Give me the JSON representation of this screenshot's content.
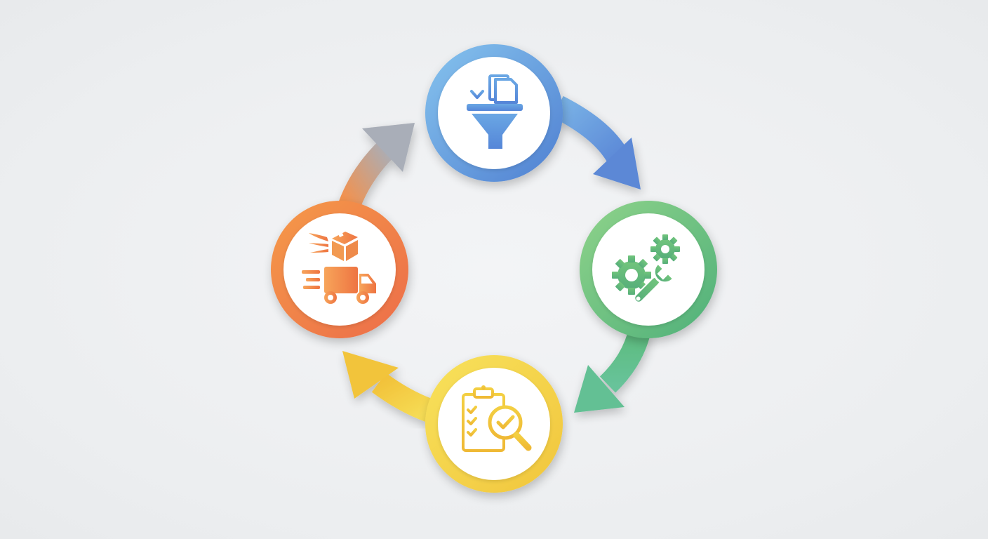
{
  "diagram": {
    "type": "process-cycle",
    "direction": "clockwise",
    "colors": {
      "background": "#eef0f2",
      "blue": "#5b8fd8",
      "green": "#5cba7e",
      "yellow": "#f2c93c",
      "orange": "#f07a44",
      "node_fill": "#ffffff"
    },
    "nodes": [
      {
        "icon": "funnel-documents-icon",
        "ring_color": "blue"
      },
      {
        "icon": "gears-wrench-icon",
        "ring_color": "green"
      },
      {
        "icon": "clipboard-magnifier-icon",
        "ring_color": "yellow"
      },
      {
        "icon": "delivery-truck-box-icon",
        "ring_color": "orange"
      }
    ],
    "arrows": [
      {
        "from": "funnel-documents-icon",
        "to": "gears-wrench-icon"
      },
      {
        "from": "gears-wrench-icon",
        "to": "clipboard-magnifier-icon"
      },
      {
        "from": "clipboard-magnifier-icon",
        "to": "delivery-truck-box-icon"
      },
      {
        "from": "delivery-truck-box-icon",
        "to": "funnel-documents-icon"
      }
    ]
  }
}
